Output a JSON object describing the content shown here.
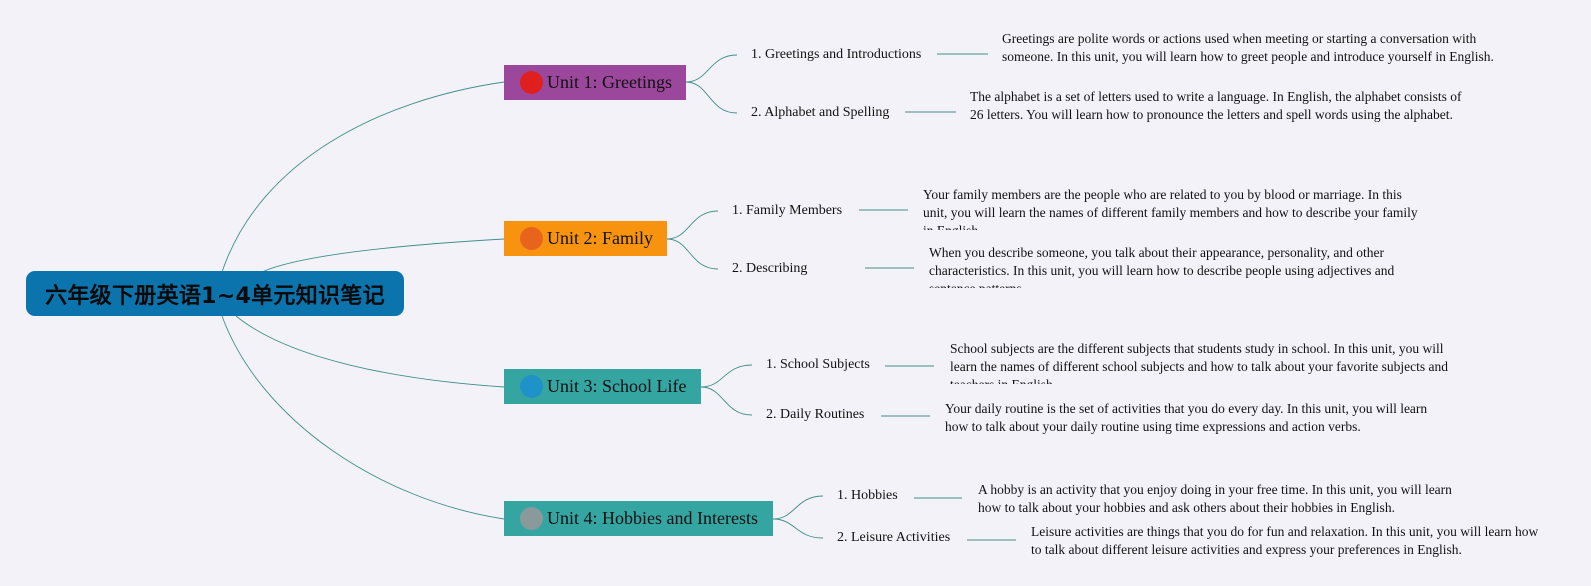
{
  "root": {
    "title": "六年级下册英语1~4单元知识笔记"
  },
  "units": [
    {
      "number": "1",
      "title": "Unit 1: Greetings",
      "color": "#9b479c",
      "badge_color": "#e01f1f",
      "topics": [
        {
          "label": "1. Greetings and Introductions",
          "description": "Greetings are polite words or actions used when meeting or starting a conversation with someone. In this unit, you will learn how to greet people and introduce yourself in English."
        },
        {
          "label": "2. Alphabet and Spelling",
          "description": "The alphabet is a set of letters used to write a language. In English, the alphabet consists of 26 letters. You will learn how to pronounce the letters and spell words using the alphabet."
        }
      ]
    },
    {
      "number": "2",
      "title": "Unit 2: Family",
      "color": "#f7930e",
      "badge_color": "#e8641c",
      "topics": [
        {
          "label": "1. Family Members",
          "description": "Your family members are the people who are related to you by blood or marriage. In this unit, you will learn the names of different family members and how to describe your family in English."
        },
        {
          "label": "2. Describing",
          "description": "When you describe someone, you talk about their appearance, personality, and other characteristics. In this unit, you will learn how to describe people using adjectives and sentence patterns."
        }
      ]
    },
    {
      "number": "3",
      "title": "Unit 3: School Life",
      "color": "#35a5a1",
      "badge_color": "#1e92c9",
      "topics": [
        {
          "label": "1. School Subjects",
          "description": "School subjects are the different subjects that students study in school. In this unit, you will learn the names of different school subjects and how to talk about your favorite subjects and teachers in English."
        },
        {
          "label": "2. Daily Routines",
          "description": "Your daily routine is the set of activities that you do every day. In this unit, you will learn how to talk about your daily routine using time expressions and action verbs."
        }
      ]
    },
    {
      "number": "4",
      "title": "Unit 4: Hobbies and Interests",
      "color": "#35a5a1",
      "badge_color": "#8a9a9a",
      "topics": [
        {
          "label": "1. Hobbies",
          "description": "A hobby is an activity that you enjoy doing in your free time. In this unit, you will learn how to talk about your hobbies and ask others about their hobbies in English."
        },
        {
          "label": "2. Leisure Activities",
          "description": "Leisure activities are things that you do for fun and relaxation. In this unit, you will learn how to talk about different leisure activities and express your preferences in English."
        }
      ]
    }
  ],
  "colors": {
    "background": "#f4f2f9",
    "root": "#0b74ad",
    "connector": "#3f8f88"
  }
}
